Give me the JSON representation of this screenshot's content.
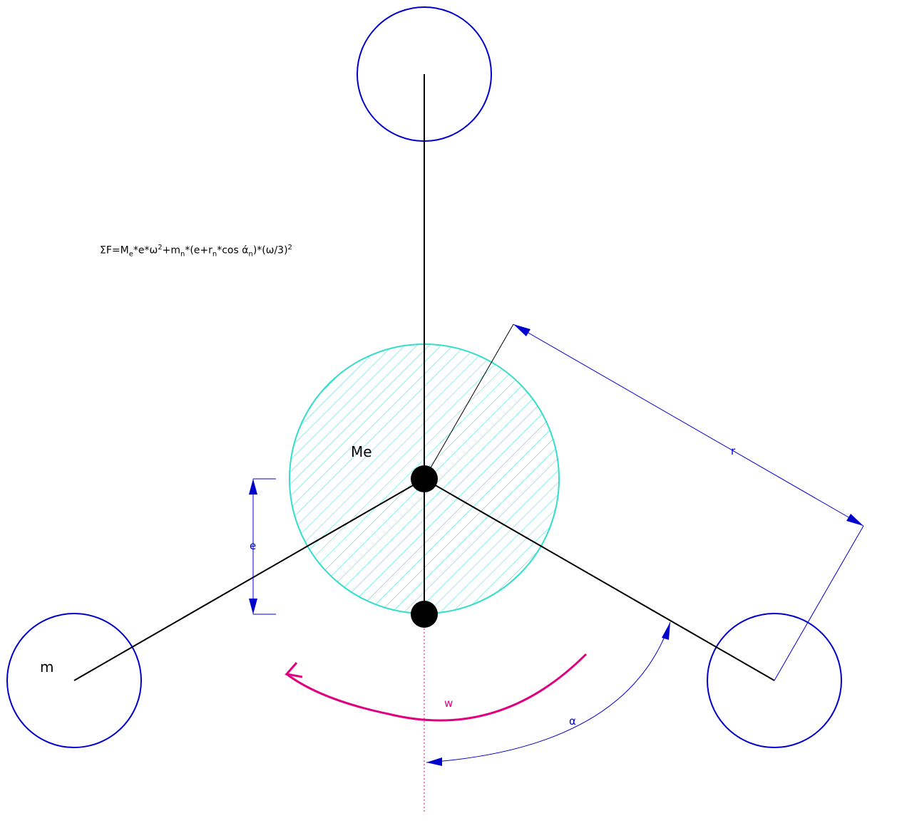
{
  "formula": {
    "sigma_f": "ΣF=M",
    "sub_e": "e",
    "part1": "*e*ω",
    "sup_2a": "2",
    "part2": "+m",
    "sub_n1": "n",
    "part3": "*(e+r",
    "sub_n2": "n",
    "part4": "*cos ά",
    "sub_n3": "n",
    "part5": ")*(ω/3)",
    "sup_2b": "2"
  },
  "labels": {
    "eccentric_mass": "Me",
    "satellite_mass": "m",
    "eccentricity": "e",
    "radius": "r",
    "angular_velocity": "w",
    "angle": "α"
  },
  "colors": {
    "satellite_circle": "#0000cc",
    "eccentric_disk": "#33ddcc",
    "dimension": "#0000cc",
    "rotation_arrow": "#e0007f",
    "arm": "#000000"
  }
}
